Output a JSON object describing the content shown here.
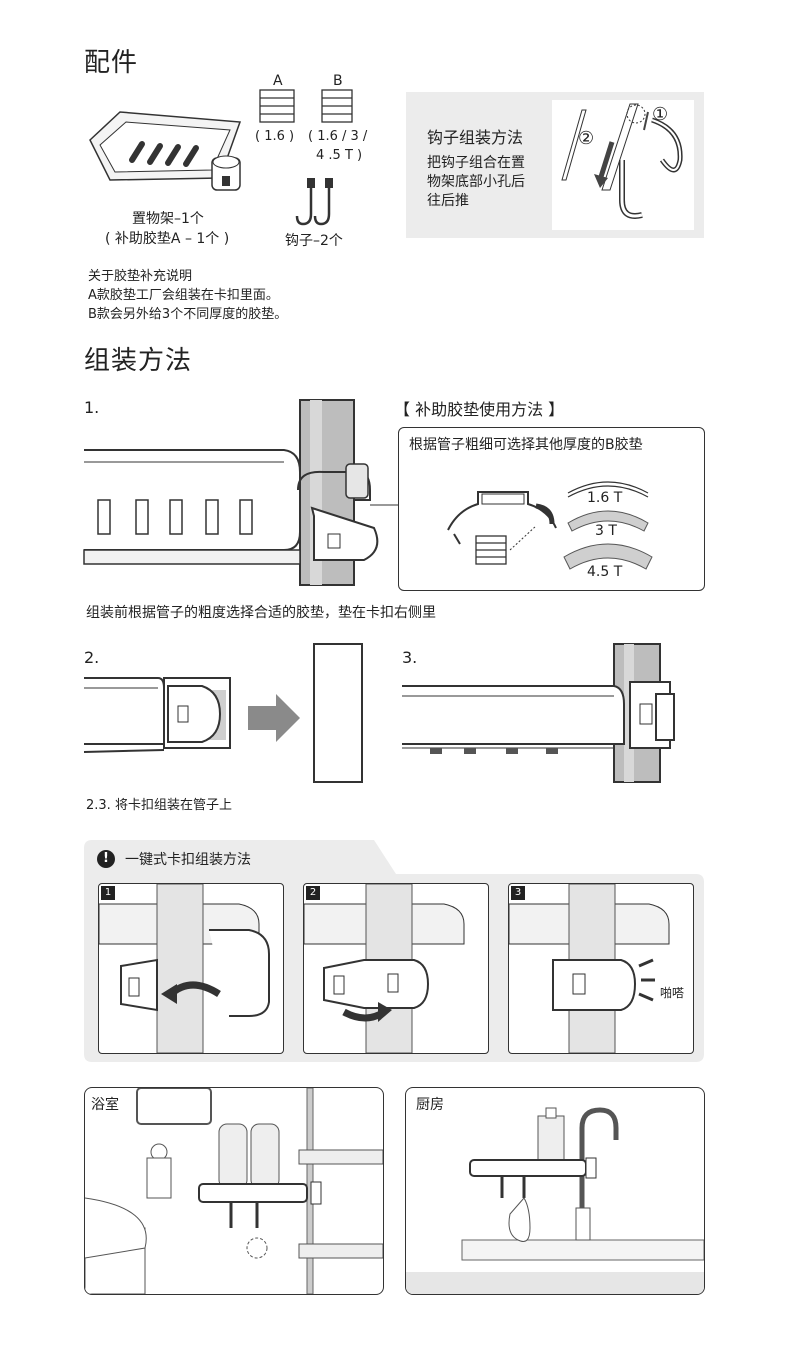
{
  "accessories": {
    "title": "配件",
    "pad_a_label": "A",
    "pad_b_label": "B",
    "pad_a_spec": "( 1.6 )",
    "pad_b_spec_line1": "( 1.6 / 3 /",
    "pad_b_spec_line2": "4 .5 T )",
    "shelf_caption_line1": "置物架–1个",
    "shelf_caption_line2": "( 补助胶垫A – 1个 )",
    "hook_caption": "钩子–2个"
  },
  "hook_box": {
    "title": "钩子组装方法",
    "desc_line1": "把钩子组合在置",
    "desc_line2": "物架底部小孔后",
    "desc_line3": "往后推",
    "marker_1": "①",
    "marker_2": "②"
  },
  "pad_note": {
    "line1": "关于胶垫补充说明",
    "line2": "A款胶垫工厂会组装在卡扣里面。",
    "line3": "B款会另外给3个不同厚度的胶垫。"
  },
  "assembly": {
    "title": "组装方法",
    "step1_num": "1.",
    "sub_title": "【 补助胶垫使用方法 】",
    "callout_title": "根据管子粗细可选择其他厚度的B胶垫",
    "thickness": [
      "1.6 T",
      "3 T",
      "4.5 T"
    ],
    "step1_caption": "组装前根据管子的粗度选择合适的胶垫，垫在卡扣右侧里",
    "step2_num": "2.",
    "step3_num": "3.",
    "step23_caption": "2.3. 将卡扣组装在管子上"
  },
  "oneclick": {
    "title": "一键式卡扣组装方法",
    "alert_icon": "!",
    "panels": [
      "1",
      "2",
      "3"
    ],
    "click_sound": "啪嗒"
  },
  "scenes": {
    "bathroom": "浴室",
    "kitchen": "厨房"
  },
  "colors": {
    "line": "#333333",
    "pipe": "#bdbdbd",
    "panel_bg": "#ececec",
    "arrow_grey": "#8a8a8a"
  }
}
